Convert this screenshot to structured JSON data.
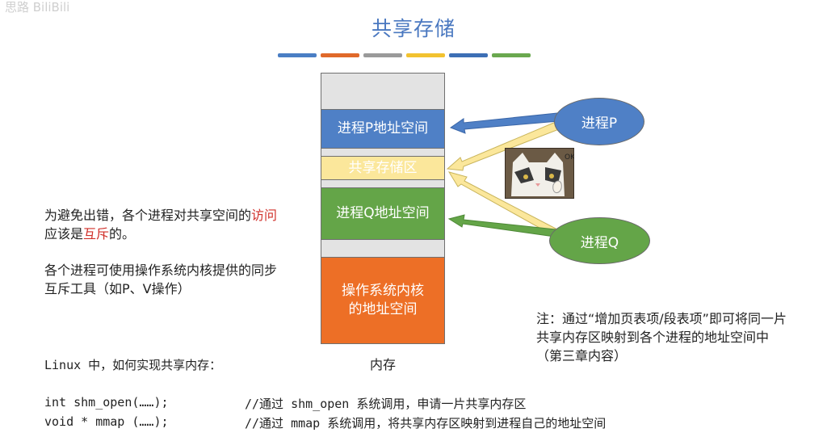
{
  "watermark": "思路 BiliBili",
  "title": "共享存储",
  "strip_colors": [
    "#4a7ec4",
    "#e0692a",
    "#9a9a9a",
    "#f2c230",
    "#3d6fb5",
    "#6aa84f"
  ],
  "memory": {
    "p_space": "进程P地址空间",
    "shared_area": "共享存储区",
    "q_space": "进程Q地址空间",
    "os_space": "操作系统内核的地址空间",
    "caption": "内存"
  },
  "processes": {
    "p": "进程P",
    "q": "进程Q"
  },
  "left_text": {
    "line1_a": "为避免出错，各个进程对共享空间的",
    "line1_b": "访问",
    "line1_c": "应该是",
    "line1_d": "互斥",
    "line1_e": "的。",
    "line2": "各个进程可使用操作系统内核提供的同步互斥工具（如P、V操作）"
  },
  "note": "注：通过“增加页表项/段表项”即可将同一片共享内存区映射到各个进程的地址空间中（第三章内容）",
  "linux": {
    "question": "Linux 中，如何实现共享内存：",
    "code1": "int shm_open(……);",
    "comment1": "//通过 shm_open 系统调用，申请一片共享内存区",
    "code2": "void * mmap (……);",
    "comment2": "//通过 mmap 系统调用，将共享内存区映射到进程自己的地址空间"
  },
  "colors": {
    "blue": "#4f80c6",
    "yellow": "#fbe79b",
    "green": "#64a548",
    "orange": "#ed6f26",
    "gray": "#e0e0e0",
    "title": "#4a78c0"
  }
}
